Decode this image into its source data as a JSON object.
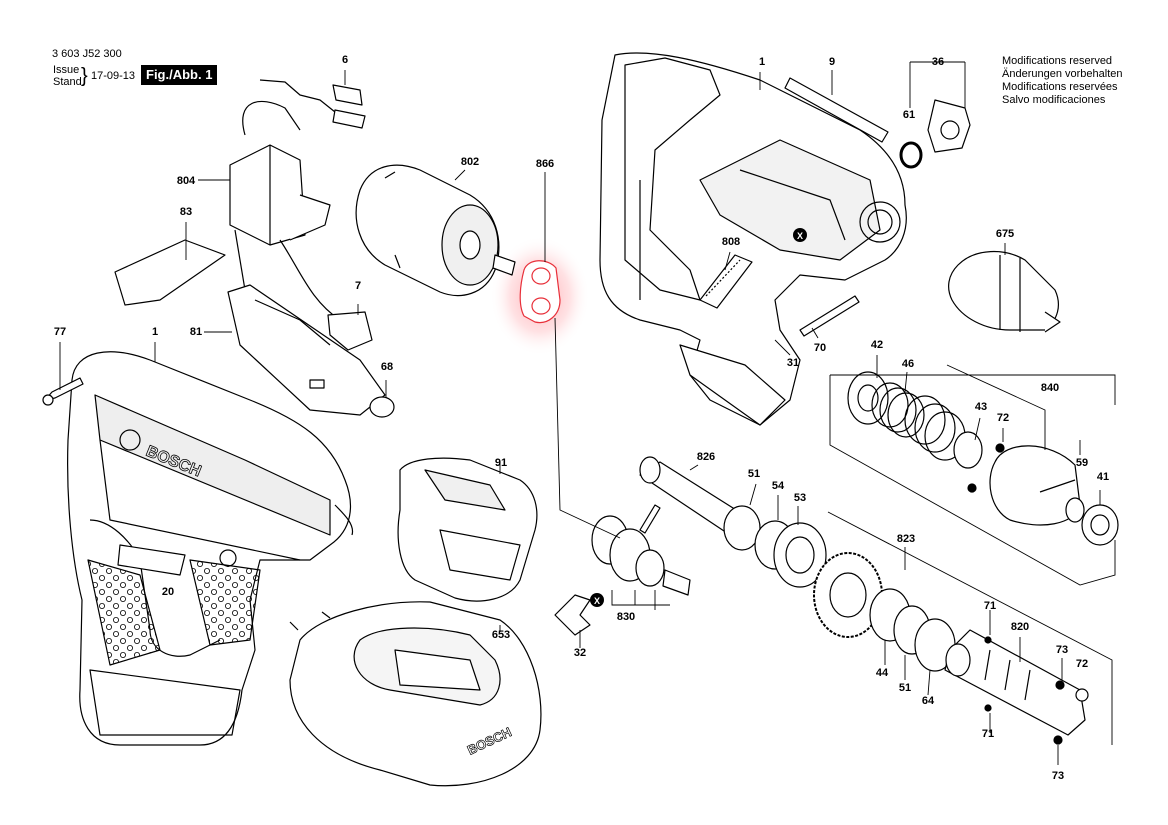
{
  "header": {
    "doc_number": "3 603 J52 300",
    "issue_label": "Issue",
    "stand_label": "Stand",
    "brace": "}",
    "date": "17-09-13",
    "figure": "Fig./Abb. 1"
  },
  "notice": [
    "Modifications reserved",
    "Änderungen vorbehalten",
    "Modifications reservées",
    "Salvo modificaciones"
  ],
  "markers": {
    "x_symbol": "X"
  },
  "brand": {
    "tool_text": "BOSCH",
    "charger_text": "BOSCH"
  },
  "part_labels": [
    "6",
    "804",
    "802",
    "866",
    "1",
    "9",
    "36",
    "61",
    "83",
    "675",
    "808",
    "7",
    "81",
    "77",
    "1",
    "68",
    "31",
    "70",
    "42",
    "46",
    "840",
    "43",
    "72",
    "91",
    "826",
    "51",
    "54",
    "53",
    "59",
    "41",
    "20",
    "830",
    "823",
    "653",
    "32",
    "71",
    "820",
    "73",
    "72",
    "44",
    "51",
    "64",
    "71",
    "73"
  ],
  "highlight": {
    "part": "866",
    "color": "#e8303a"
  },
  "colors": {
    "line": "#000000",
    "part_fill": "#ffffff",
    "shade": "#d8d8d8"
  }
}
